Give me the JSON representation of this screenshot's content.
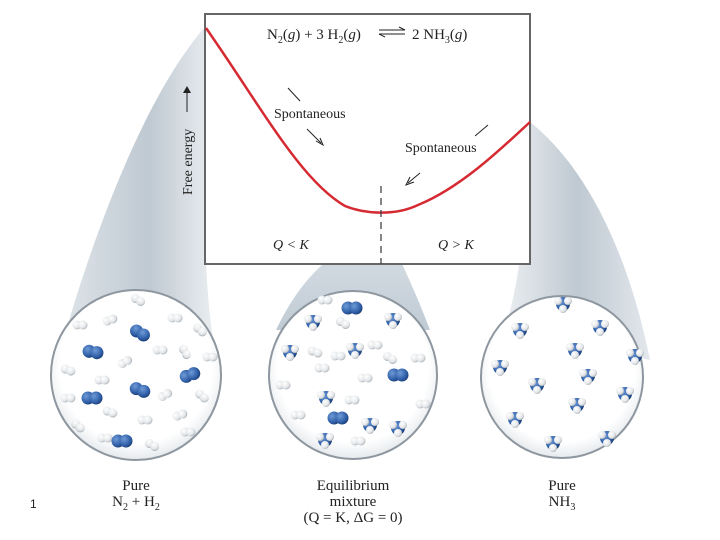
{
  "graph": {
    "reaction": {
      "n2": "N",
      "n2_sub": "2",
      "g1": "g",
      "plus3h2": " + 3 H",
      "h2_sub": "2",
      "g2": "g",
      "arrow": "⇄",
      "two_nh3": "2 NH",
      "nh3_sub": "3",
      "g3": "g"
    },
    "y_axis_label": "Free energy",
    "spontaneous_left": "Spontaneous",
    "spontaneous_right": "Spontaneous",
    "q_less_k": "Q < K",
    "q_greater_k": "Q > K",
    "curve_color": "#d62a33"
  },
  "panels": {
    "left": {
      "line1": "Pure",
      "line2_a": "N",
      "line2_sub_a": "2",
      "line2_b": " + H",
      "line2_sub_b": "2"
    },
    "middle": {
      "line1": "Equilibrium",
      "line2": "mixture",
      "line3": "(Q = K, ΔG = 0)"
    },
    "right": {
      "line1": "Pure",
      "line2_a": "NH",
      "line2_sub_a": "3"
    }
  },
  "page_number": "1",
  "colors": {
    "nitrogen": "#2f5fa8",
    "hydrogen": "#e6e8ea",
    "cone": "#c5ced6"
  }
}
